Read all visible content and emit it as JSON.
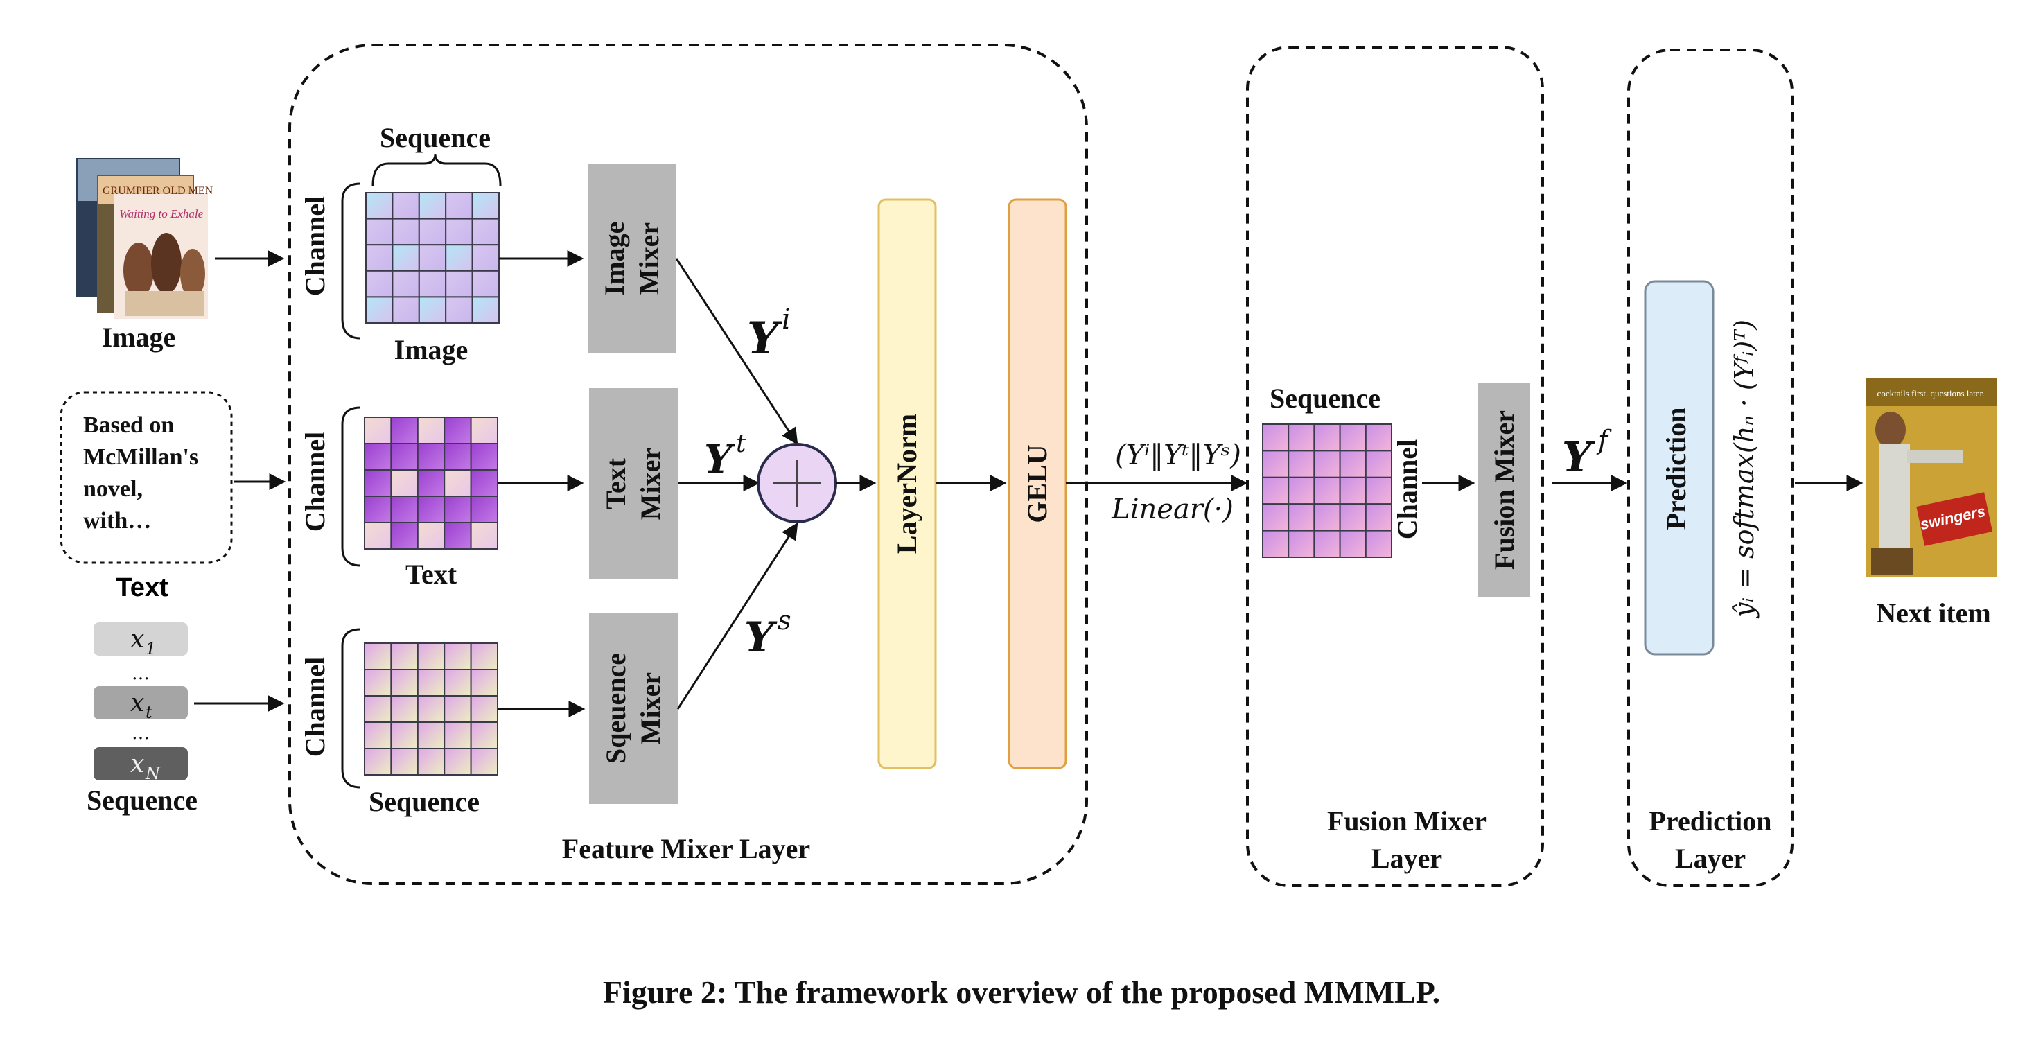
{
  "inputs": {
    "image_label": "Image",
    "text_label": "Text",
    "text_box": [
      "Based on",
      "McMillan's",
      "novel,",
      "with…"
    ],
    "sequence_label": "Sequence",
    "sequence_items": [
      {
        "sym": "x",
        "sub": "1"
      },
      {
        "sym": "x",
        "sub": "t"
      },
      {
        "sym": "x",
        "sub": "N"
      }
    ],
    "sequence_dots": [
      "…",
      "…"
    ],
    "poster_texts": [
      "GRUMPIER OLD MEN",
      "Waiting to Exhale"
    ]
  },
  "feature_mixer": {
    "title": "Feature Mixer Layer",
    "matrix_sequence_label": "Sequence",
    "channel_label": "Channel",
    "image_matrix_label": "Image",
    "text_matrix_label": "Text",
    "sequence_matrix_label": "Sequence",
    "image_mixer": [
      "Image",
      "Mixer"
    ],
    "text_mixer": [
      "Text",
      "Mixer"
    ],
    "sequence_mixer": [
      "Sqeuence",
      "Mixer"
    ],
    "y_image": {
      "base": "Y",
      "sup": "i"
    },
    "y_text": {
      "base": "Y",
      "sup": "t"
    },
    "y_seq": {
      "base": "Y",
      "sup": "s"
    },
    "layernorm": "LayerNorm",
    "gelu": "GELU"
  },
  "concat": {
    "formula": "(Yⁱ‖Yᵗ‖Yˢ)",
    "linear": "Linear(·)"
  },
  "fusion": {
    "title": [
      "Fusion Mixer",
      "Layer"
    ],
    "sequence_label": "Sequence",
    "channel_label": "Channel",
    "mixer": "Fusion Mixer",
    "y_fusion": {
      "base": "Y",
      "sup": "f"
    }
  },
  "prediction": {
    "title": [
      "Prediction",
      "Layer"
    ],
    "box": "Prediction",
    "formula": "ŷᵢ = softmax(hₙ · (Yᶠᵢ)ᵀ)"
  },
  "output": {
    "label": "Next item",
    "poster_texts": [
      "cocktails first. questions later.",
      "swingers"
    ]
  },
  "caption": "Figure 2: The framework overview of the proposed MMMLP.",
  "colors": {
    "mixer_gray": "#b7b7b7",
    "layernorm_fill": "#fff5cc",
    "layernorm_stroke": "#e0c060",
    "gelu_fill": "#fde2cc",
    "gelu_stroke": "#e0a040",
    "prediction_fill": "#dcecf8",
    "prediction_stroke": "#7a8a9a",
    "sum_fill": "#ead5f5",
    "sum_stroke": "#2a2a4a"
  }
}
